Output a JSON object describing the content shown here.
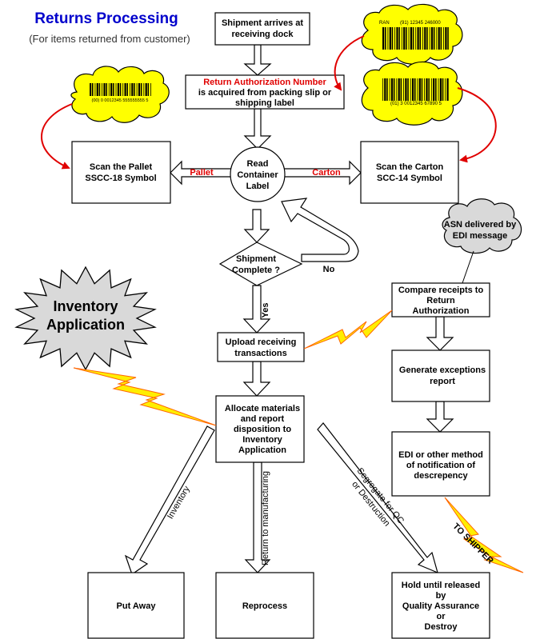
{
  "title": "Returns Processing",
  "subtitle": "(For items returned from customer)",
  "nodes": {
    "shipment_arrives": [
      "Shipment arrives at",
      "receiving dock"
    ],
    "return_auth_red": "Return Authorization Number",
    "return_auth": [
      "is acquired from packing slip or",
      "shipping label"
    ],
    "scan_pallet": [
      "Scan the Pallet",
      "SSCC-18 Symbol"
    ],
    "read_label": [
      "Read",
      "Container",
      "Label"
    ],
    "scan_carton": [
      "Scan the Carton",
      "SCC-14 Symbol"
    ],
    "shipment_complete": [
      "Shipment",
      "Complete ?"
    ],
    "asn": [
      "ASN delivered by",
      "EDI message"
    ],
    "compare": [
      "Compare receipts to",
      "Return",
      "Authorization"
    ],
    "inventory_app": [
      "Inventory",
      "Application"
    ],
    "upload": [
      "Upload receiving",
      "transactions"
    ],
    "exceptions": [
      "Generate exceptions",
      "report"
    ],
    "allocate": [
      "Allocate materials",
      "and report",
      "disposition to",
      "Inventory",
      "Application"
    ],
    "edi_notify": [
      "EDI or other method",
      "of notification of",
      "descrepency"
    ],
    "put_away": "Put Away",
    "reprocess": "Reprocess",
    "hold": [
      "Hold until released",
      "by",
      "Quality Assurance",
      "or",
      "Destroy"
    ]
  },
  "labels": {
    "pallet": "Pallet",
    "carton": "Carton",
    "no": "No",
    "yes": "Yes",
    "inventory": "Inventory",
    "return_mfg": "Return to manufacturing",
    "segregate": [
      "Segregate for QC",
      "or Destruction"
    ],
    "to_shipper": "TO SHIPPER"
  },
  "barcodes": {
    "pallet": "(00) 0 0012345 555555555 5",
    "carton_top_left": "RAN",
    "carton_top_right": "(91) 12345  246000",
    "carton_bottom": "(01) 3 0012345 67890 5"
  },
  "colors": {
    "cloud": "#ffff00",
    "accent": "#e00000",
    "title": "#0000cc",
    "bolt": "#ffee00"
  }
}
